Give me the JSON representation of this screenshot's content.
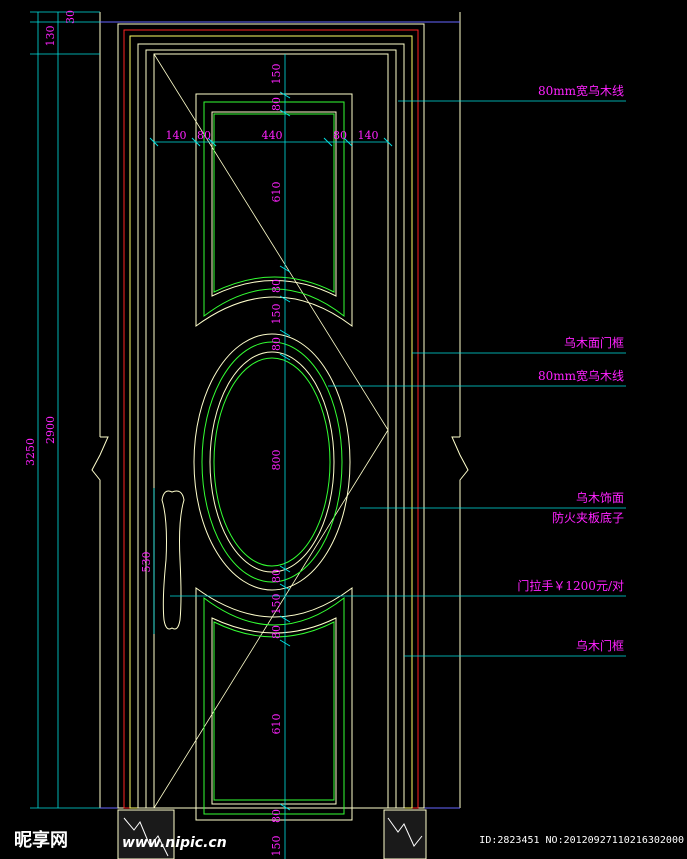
{
  "colors": {
    "background": "#000000",
    "dimension_text": "#ff22ff",
    "dimension_line": "#00e0e0",
    "outline": "#ffffcc",
    "trim_green": "#33ff33",
    "frame_red": "#ff2222"
  },
  "vertical_dims": {
    "overall": "3250",
    "door_height": "2900",
    "top": "130",
    "top_small": "30",
    "handle_length": "530"
  },
  "center_dims": [
    "150",
    "80",
    "610",
    "80",
    "150",
    "80",
    "800",
    "80",
    "150",
    "80",
    "610",
    "80",
    "150"
  ],
  "horizontal_dims": [
    "140",
    "80",
    "440",
    "80",
    "140"
  ],
  "annotations": {
    "line_top": "80mm宽乌木线",
    "frame_face": "乌木面门框",
    "line_mid": "80mm宽乌木线",
    "panel_1": "乌木饰面",
    "panel_2": "防火夹板底子",
    "handle": "门拉手￥1200元/对",
    "door_frame": "乌木门框"
  },
  "watermark": {
    "brand": "昵享网",
    "url": "www.nipic.cn",
    "id": "ID:2823451 NO:20120927110216302000"
  }
}
